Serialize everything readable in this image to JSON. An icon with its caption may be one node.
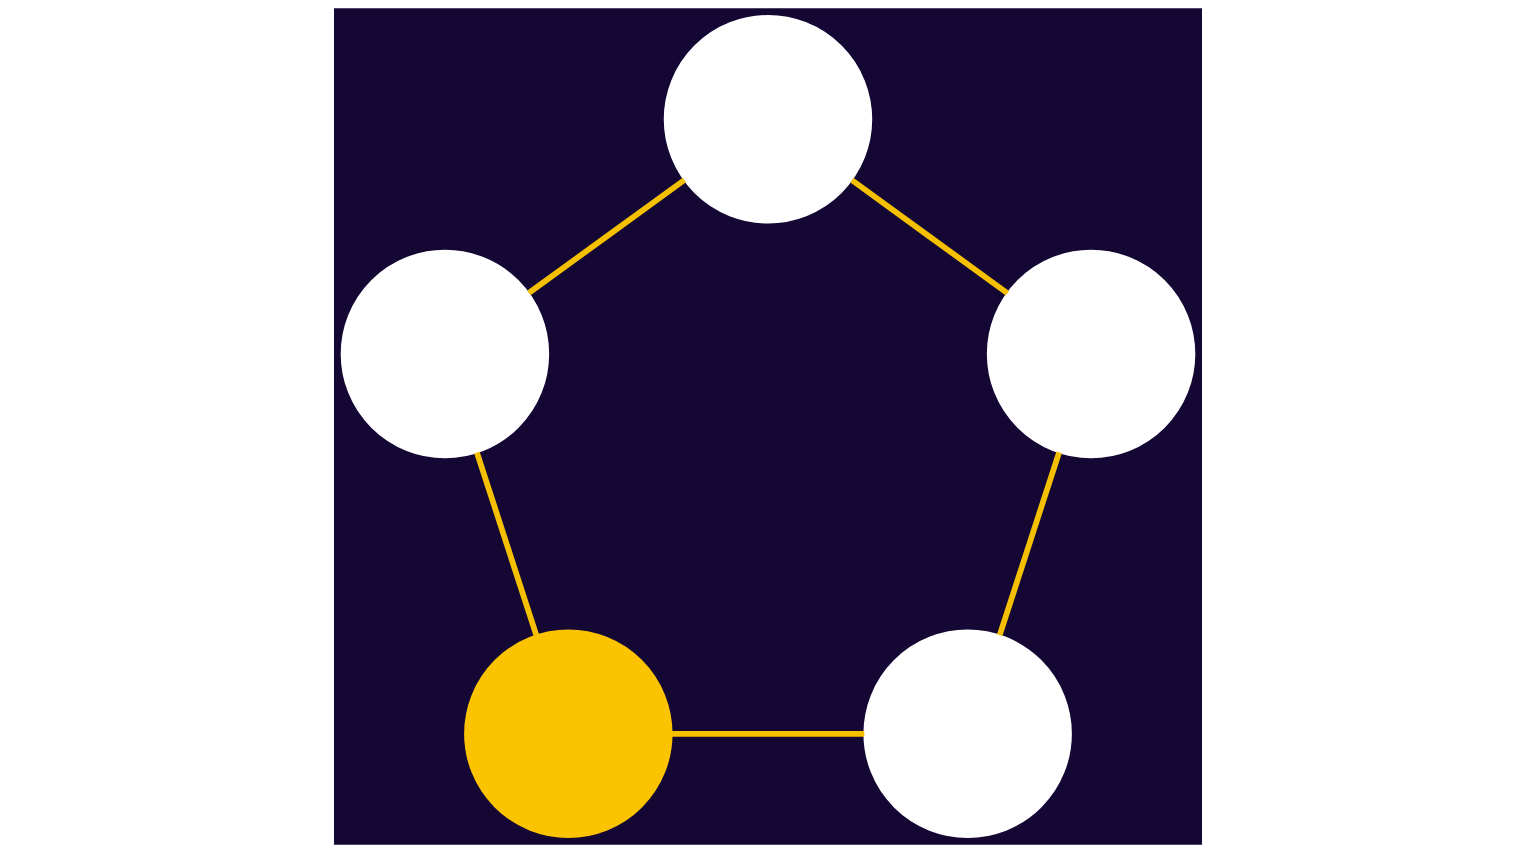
{
  "diagram": {
    "nodes": [
      {
        "text": [],
        "shape": "circle"
      },
      {
        "text": [],
        "shape": "circle"
      },
      {
        "text": [],
        "shape": "circle"
      },
      {
        "text": [],
        "shape": "circle"
      },
      {
        "text": [],
        "shape": "circle"
      }
    ],
    "edges": [
      {
        "from": 0,
        "to": 2,
        "arrow": "none"
      },
      {
        "from": 2,
        "to": 4,
        "arrow": "none"
      },
      {
        "from": 4,
        "to": 3,
        "arrow": "none"
      },
      {
        "from": 3,
        "to": 1,
        "arrow": "none"
      },
      {
        "from": 1,
        "to": 0,
        "arrow": "none"
      }
    ]
  }
}
